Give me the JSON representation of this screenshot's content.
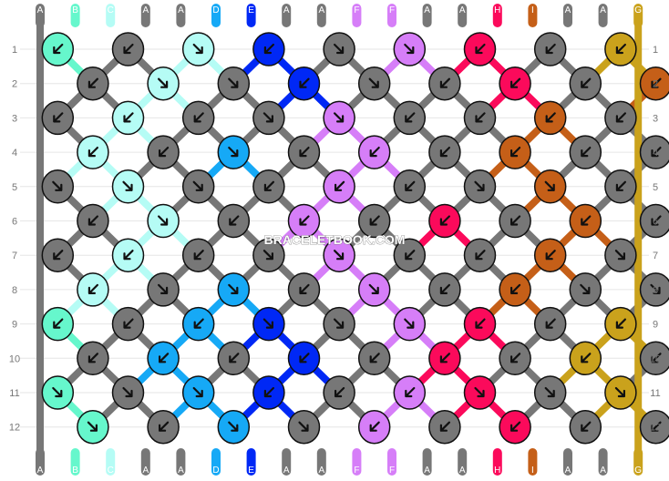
{
  "watermark": "BRACELETBOOK.COM",
  "row_labels": [
    "1",
    "2",
    "3",
    "4",
    "5",
    "6",
    "7",
    "8",
    "9",
    "10",
    "11",
    "12"
  ],
  "strings": [
    {
      "letter": "A",
      "color": "#777777"
    },
    {
      "letter": "B",
      "color": "#66f7cc"
    },
    {
      "letter": "C",
      "color": "#b5fcf5"
    },
    {
      "letter": "A",
      "color": "#777777"
    },
    {
      "letter": "A",
      "color": "#777777"
    },
    {
      "letter": "D",
      "color": "#16a9f6"
    },
    {
      "letter": "E",
      "color": "#0028f5"
    },
    {
      "letter": "A",
      "color": "#777777"
    },
    {
      "letter": "A",
      "color": "#777777"
    },
    {
      "letter": "F",
      "color": "#d67ef8"
    },
    {
      "letter": "F",
      "color": "#d67ef8"
    },
    {
      "letter": "A",
      "color": "#777777"
    },
    {
      "letter": "A",
      "color": "#777777"
    },
    {
      "letter": "H",
      "color": "#fb0a5b"
    },
    {
      "letter": "I",
      "color": "#c55f18"
    },
    {
      "letter": "A",
      "color": "#777777"
    },
    {
      "letter": "A",
      "color": "#777777"
    },
    {
      "letter": "G",
      "color": "#caa21c"
    }
  ],
  "bottom_letters": [
    "A",
    "B",
    "C",
    "A",
    "A",
    "D",
    "E",
    "A",
    "A",
    "F",
    "F",
    "A",
    "A",
    "H",
    "I",
    "A",
    "A",
    "G"
  ],
  "colors": {
    "A": "#777777",
    "B": "#66f7cc",
    "C": "#b5fcf5",
    "D": "#16a9f6",
    "E": "#0028f5",
    "F": "#d67ef8",
    "H": "#fb0a5b",
    "I": "#c55f18",
    "G": "#caa21c"
  },
  "knots": [
    [
      "B:sw",
      "A:sw",
      "C:se",
      "E:sw",
      "A:se",
      "F:se",
      "H:sw",
      "A:sw",
      "G:sw"
    ],
    [
      "A:sw",
      "C:se",
      "A:se",
      "E:sw",
      "A:se",
      "A:sw",
      "H:sw",
      "A:sw",
      "I:sw"
    ],
    [
      "A:sw",
      "C:sw",
      "A:sw",
      "A:se",
      "F:se",
      "A:sw",
      "A:sw",
      "I:sw",
      "A:sw"
    ],
    [
      "C:sw",
      "A:sw",
      "D:se",
      "A:sw",
      "F:sw",
      "A:sw",
      "I:sw",
      "A:sw",
      "A:sw"
    ],
    [
      "A:se",
      "C:se",
      "A:se",
      "A:sw",
      "F:sw",
      "A:sw",
      "A:se",
      "I:se",
      "A:sw"
    ],
    [
      "A:sw",
      "C:se",
      "A:sw",
      "F:sw",
      "A:sw",
      "H:sw",
      "A:sw",
      "I:sw",
      "A:sw"
    ],
    [
      "A:sw",
      "C:sw",
      "A:sw",
      "A:se",
      "F:se",
      "A:sw",
      "A:sw",
      "I:sw",
      "A:se"
    ],
    [
      "C:sw",
      "A:se",
      "D:se",
      "A:sw",
      "F:se",
      "A:sw",
      "I:sw",
      "A:se",
      "A:se"
    ],
    [
      "B:sw",
      "A:sw",
      "D:sw",
      "E:se",
      "A:se",
      "F:se",
      "H:sw",
      "A:sw",
      "G:sw"
    ],
    [
      "A:sw",
      "D:sw",
      "A:sw",
      "E:sw",
      "A:sw",
      "H:sw",
      "A:sw",
      "G:sw",
      "A:sw"
    ],
    [
      "B:se",
      "A:se",
      "D:se",
      "E:sw",
      "A:sw",
      "F:sw",
      "H:se",
      "A:se",
      "G:se"
    ],
    [
      "B:se",
      "A:sw",
      "D:se",
      "A:se",
      "F:sw",
      "A:sw",
      "H:sw",
      "A:sw",
      "A:sw"
    ]
  ]
}
